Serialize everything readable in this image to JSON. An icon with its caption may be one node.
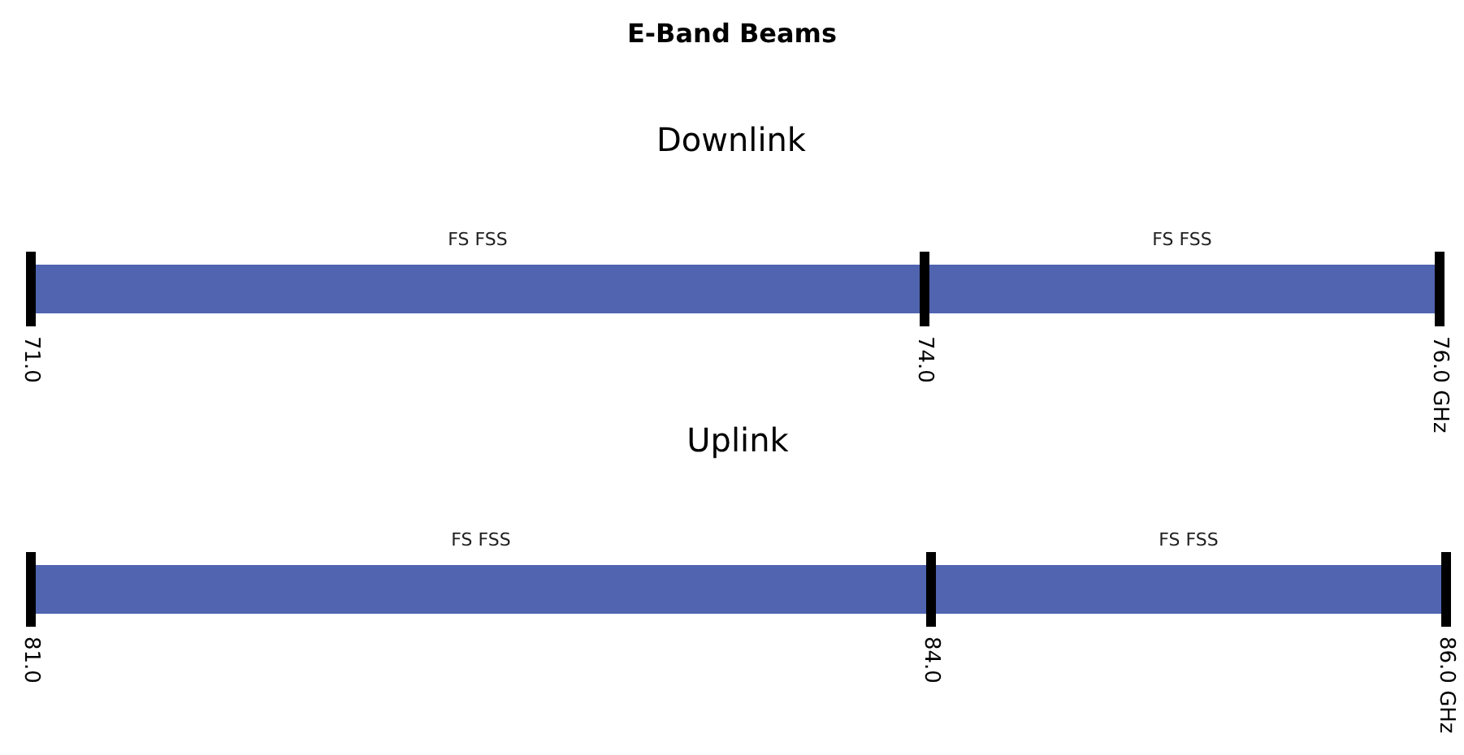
{
  "diagram": {
    "title": "E-Band Beams",
    "nodes": [
      {
        "text": [
          "FS FSS"
        ]
      },
      {
        "text": [
          "FS FSS"
        ]
      },
      {
        "text": [
          "FS FSS"
        ]
      },
      {
        "text": [
          "FS FSS"
        ]
      }
    ],
    "labels": [
      "Downlink",
      "71.0",
      "74.0",
      "76.0 GHz",
      "Uplink",
      "81.0",
      "84.0",
      "86.0 GHz"
    ]
  }
}
